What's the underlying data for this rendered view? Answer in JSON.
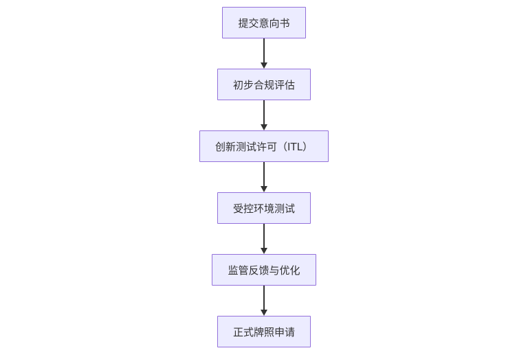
{
  "flowchart": {
    "direction": "top-down",
    "nodes": [
      {
        "label": "提交意向书"
      },
      {
        "label": "初步合规评估"
      },
      {
        "label": "创新测试许可（ITL）"
      },
      {
        "label": "受控环境测试"
      },
      {
        "label": "监管反馈与优化"
      },
      {
        "label": "正式牌照申请"
      }
    ],
    "edges": [
      {
        "from": 0,
        "to": 1
      },
      {
        "from": 1,
        "to": 2
      },
      {
        "from": 2,
        "to": 3
      },
      {
        "from": 3,
        "to": 4
      },
      {
        "from": 4,
        "to": 5
      }
    ],
    "colors": {
      "node_fill": "#ECECFF",
      "node_border": "#9370DB",
      "node_text": "#333333",
      "arrow": "#333333",
      "background": "#FFFFFF"
    }
  }
}
